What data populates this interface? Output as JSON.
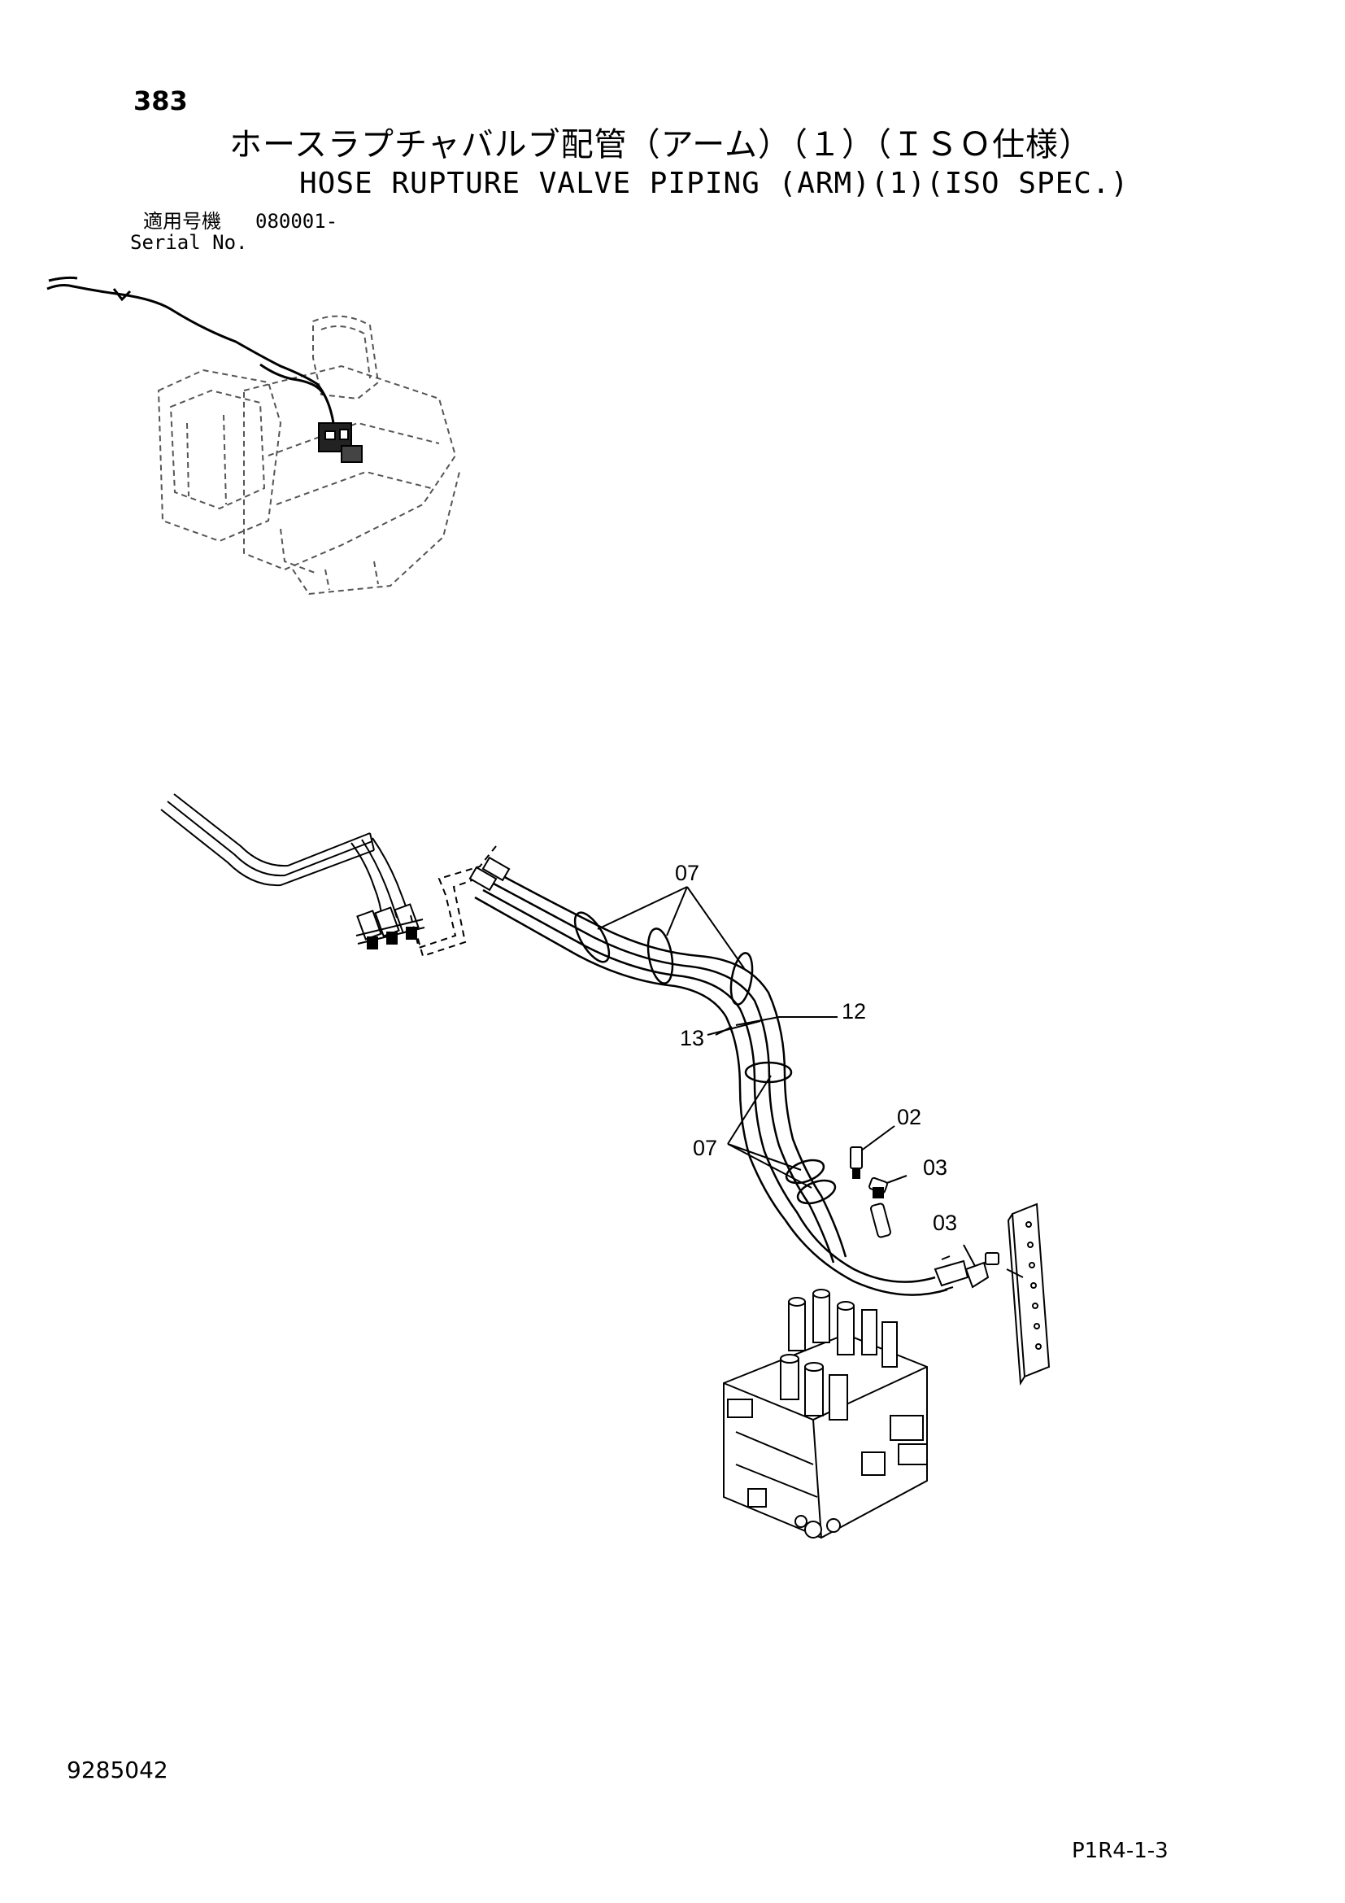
{
  "header": {
    "page_number": "383",
    "title_jp": "ホースラプチャバルブ配管（アーム）（１）（ＩＳＯ仕様）",
    "title_en": "HOSE RUPTURE VALVE PIPING (ARM)(1)(ISO SPEC.)",
    "serial_label_jp": "適用号機",
    "serial_value": "080001-",
    "serial_label_en": "Serial No."
  },
  "callouts": {
    "c07_upper": "07",
    "c12": "12",
    "c13": "13",
    "c02": "02",
    "c07_lower": "07",
    "c03_a": "03",
    "c03_b": "03"
  },
  "footer": {
    "doc_number": "9285042",
    "page_code": "P1R4-1-3"
  }
}
